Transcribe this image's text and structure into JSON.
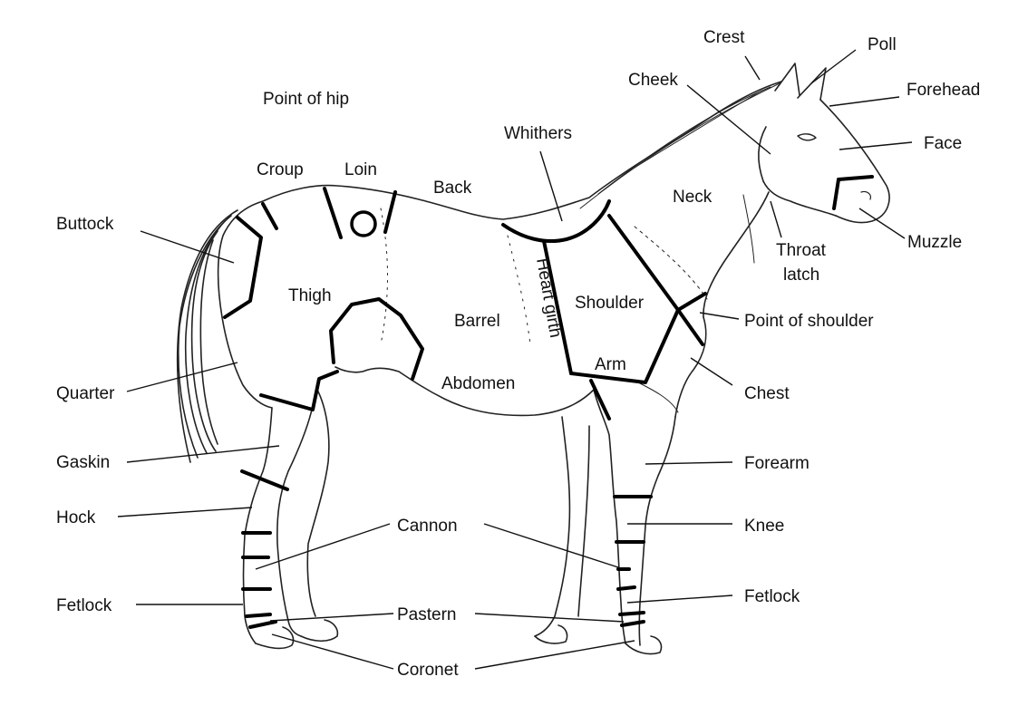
{
  "labels": {
    "crest": "Crest",
    "poll": "Poll",
    "forehead": "Forehead",
    "cheek": "Cheek",
    "face": "Face",
    "point_of_hip": "Point of hip",
    "whithers": "Whithers",
    "croup": "Croup",
    "loin": "Loin",
    "back": "Back",
    "neck": "Neck",
    "buttock": "Buttock",
    "muzzle": "Muzzle",
    "throat": "Throat",
    "latch": "latch",
    "thigh": "Thigh",
    "heart_girth": "Heart girth",
    "shoulder": "Shoulder",
    "barrel": "Barrel",
    "point_of_shoulder": "Point of shoulder",
    "arm": "Arm",
    "quarter": "Quarter",
    "abdomen": "Abdomen",
    "chest": "Chest",
    "gaskin": "Gaskin",
    "forearm": "Forearm",
    "hock": "Hock",
    "cannon": "Cannon",
    "knee": "Knee",
    "fetlock_left": "Fetlock",
    "fetlock_right": "Fetlock",
    "pastern": "Pastern",
    "coronet": "Coronet"
  }
}
